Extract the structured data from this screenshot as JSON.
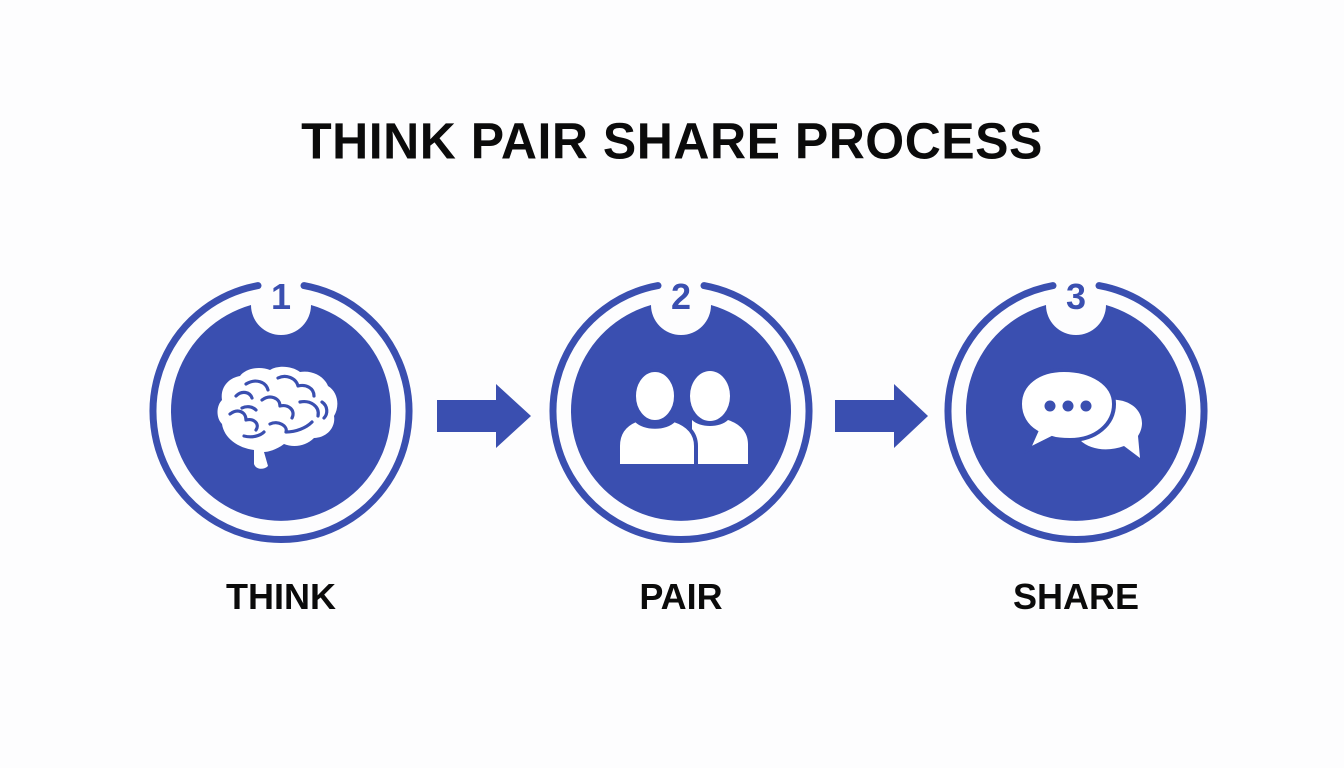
{
  "title": "THINK PAIR SHARE PROCESS",
  "colors": {
    "accent": "#3a4fb0",
    "background": "#fdfdfe",
    "text": "#0b0b0b",
    "icon": "#ffffff"
  },
  "steps": [
    {
      "number": "1",
      "label": "THINK",
      "icon": "brain-icon"
    },
    {
      "number": "2",
      "label": "PAIR",
      "icon": "two-people-icon"
    },
    {
      "number": "3",
      "label": "SHARE",
      "icon": "chat-bubbles-icon"
    }
  ],
  "connectors": [
    {
      "from": "1",
      "to": "2",
      "icon": "arrow-right-icon"
    },
    {
      "from": "2",
      "to": "3",
      "icon": "arrow-right-icon"
    }
  ]
}
